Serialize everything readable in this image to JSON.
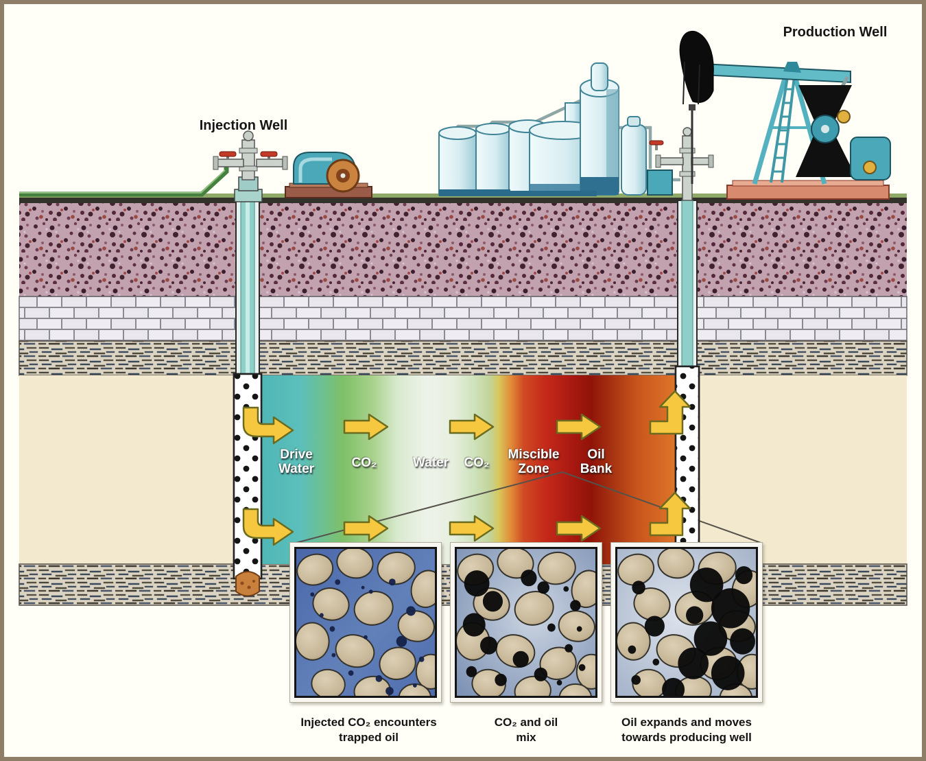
{
  "title_labels": {
    "injection_well": "Injection Well",
    "production_well": "Production Well"
  },
  "zones": {
    "drive_water": "Drive Water",
    "co2_first": "CO₂",
    "water": "Water",
    "co2_second": "CO₂",
    "miscible_zone": "Miscible Zone",
    "oil_bank": "Oil Bank"
  },
  "insets": [
    {
      "caption": "Injected CO₂ encounters trapped oil"
    },
    {
      "caption": "CO₂ and oil mix"
    },
    {
      "caption": "Oil expands and moves towards producing well"
    }
  ],
  "colors": {
    "border": "#8f7e67",
    "reservoir": "#f3e9cf",
    "drive_water_teal": "#4fb6b6",
    "co2_green": "#7fc068",
    "miscible_red": "#c52a1a",
    "oil_bank_dark_red": "#901309",
    "oil_orange": "#e0782c",
    "arrow_yellow": "#f6c840",
    "grass_green": "#8fa968"
  }
}
